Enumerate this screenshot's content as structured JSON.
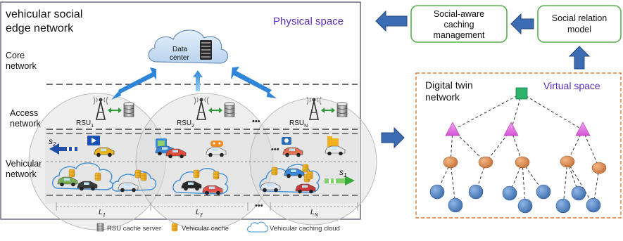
{
  "physical_panel": {
    "title_line1": "vehicular social",
    "title_line2": "edge network",
    "space_label": "Physical space",
    "layers": {
      "core_line1": "Core",
      "core_line2": "network",
      "access_line1": "Access",
      "access_line2": "network",
      "vehicular_line1": "Vehicular",
      "vehicular_line2": "network"
    },
    "data_center_line1": "Data",
    "data_center_line2": "center",
    "rsu_base": "RSU",
    "rsu_subs": [
      "1",
      "2",
      "N"
    ],
    "ellipsis": "•••",
    "segment_base": "L",
    "segment_subs": [
      "1",
      "2",
      "N"
    ],
    "flow_left_base": "s",
    "flow_left_sub": "2",
    "flow_right_base": "s",
    "flow_right_sub": "1"
  },
  "legend": {
    "rsu_cache_server": "RSU cache server",
    "vehicular_cache": "Vehicular cache",
    "vehicular_caching_cloud": "Vehicular caching cloud"
  },
  "top_boxes": {
    "caching_line1": "Social-aware",
    "caching_line2": "caching",
    "caching_line3": "management",
    "relation_line1": "Social relation",
    "relation_line2": "model"
  },
  "twin_panel": {
    "title_line1": "Digital twin",
    "title_line2": "network",
    "space_label": "Virtual space"
  },
  "colors": {
    "arrow_blue": "#3c6cb4",
    "box_border_green": "#55b04d",
    "twin_border_orange": "#e0782a",
    "space_label_purple": "#5b2dbf",
    "twin_root_green": "#2db36c",
    "twin_mid_magenta": "#e070e0",
    "twin_orange_node": "#d98a4c",
    "twin_blue_node": "#4a7fc0"
  }
}
